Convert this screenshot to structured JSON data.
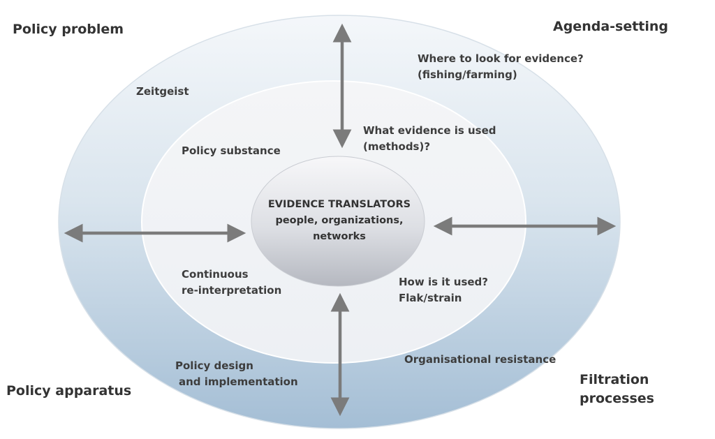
{
  "corners": {
    "policy_problem": "Policy problem",
    "agenda_setting": "Agenda-setting",
    "policy_apparatus": "Policy apparatus",
    "filtration_1": "Filtration",
    "filtration_2": "processes"
  },
  "outer_ring": {
    "zeitgeist": "Zeitgeist",
    "where_1": "Where to look for evidence?",
    "where_2": "(fishing/farming)",
    "design_1": "Policy design",
    "design_2": "and implementation",
    "resistance": "Organisational resistance"
  },
  "middle_ring": {
    "substance": "Policy substance",
    "what_1": "What evidence is used",
    "what_2": "(methods)?",
    "continuous_1": "Continuous",
    "continuous_2": "re-interpretation",
    "how_1": "How is it used?",
    "how_2": "Flak/strain"
  },
  "center": {
    "line1": "EVIDENCE TRANSLATORS",
    "line2": "people, organizations,",
    "line3": "networks"
  },
  "colors": {
    "outer_top": "#f4f7fa",
    "outer_bottom": "#a4bed5",
    "middle_fill": "#f1f3f6",
    "inner_top": "#f6f6f8",
    "inner_bottom": "#b9bcc4",
    "arrow": "#7b7b7b"
  }
}
